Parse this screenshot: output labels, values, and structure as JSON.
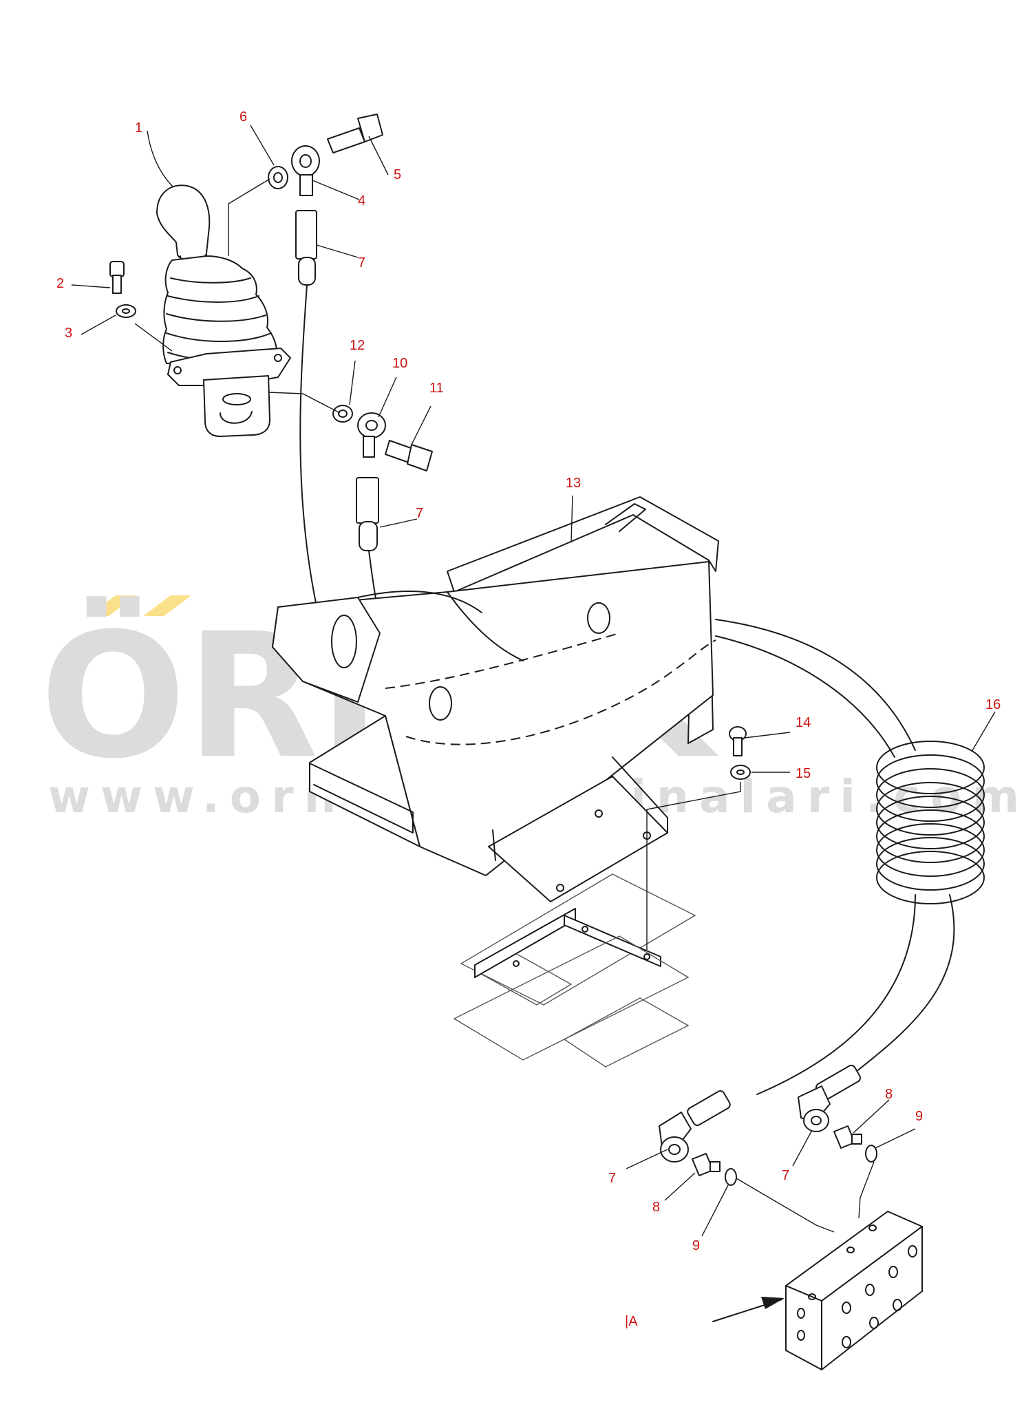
{
  "diagram": {
    "watermark_text": "ÖRNEK",
    "watermark_url": "www.ornekismakinalari.com.tr",
    "view_label": "|A",
    "callouts": [
      {
        "id": "c1",
        "label": "1"
      },
      {
        "id": "c2",
        "label": "2"
      },
      {
        "id": "c3",
        "label": "3"
      },
      {
        "id": "c4",
        "label": "4"
      },
      {
        "id": "c5",
        "label": "5"
      },
      {
        "id": "c6",
        "label": "6"
      },
      {
        "id": "c7a",
        "label": "7"
      },
      {
        "id": "c7b",
        "label": "7"
      },
      {
        "id": "c7c",
        "label": "7"
      },
      {
        "id": "c7d",
        "label": "7"
      },
      {
        "id": "c8a",
        "label": "8"
      },
      {
        "id": "c8b",
        "label": "8"
      },
      {
        "id": "c9a",
        "label": "9"
      },
      {
        "id": "c9b",
        "label": "9"
      },
      {
        "id": "c10",
        "label": "10"
      },
      {
        "id": "c11",
        "label": "11"
      },
      {
        "id": "c12",
        "label": "12"
      },
      {
        "id": "c13",
        "label": "13"
      },
      {
        "id": "c14",
        "label": "14"
      },
      {
        "id": "c15",
        "label": "15"
      },
      {
        "id": "c16",
        "label": "16"
      }
    ],
    "colors": {
      "callout_text": "#cc1111",
      "line": "#1a1a1a",
      "watermark": "#dcdcdc",
      "watermark_accent": "#fbe08a"
    }
  }
}
